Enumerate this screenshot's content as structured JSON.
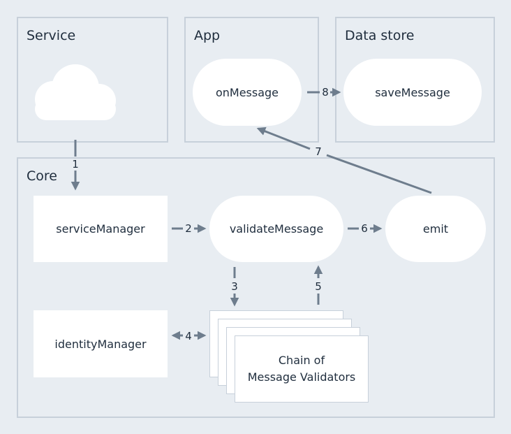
{
  "groups": {
    "service": "Service",
    "app": "App",
    "data_store": "Data store",
    "core": "Core"
  },
  "nodes": {
    "on_message": "onMessage",
    "save_message": "saveMessage",
    "service_manager": "serviceManager",
    "validate_message": "validateMessage",
    "emit": "emit",
    "identity_manager": "identityManager",
    "validators_line1": "Chain of",
    "validators_line2": "Message Validators"
  },
  "edges": {
    "e1": "1",
    "e2": "2",
    "e3": "3",
    "e4": "4",
    "e5": "5",
    "e6": "6",
    "e7": "7",
    "e8": "8"
  },
  "colors": {
    "background": "#e8edf2",
    "border": "#c7d0da",
    "arrow": "#6e7d8d",
    "node": "#ffffff"
  }
}
